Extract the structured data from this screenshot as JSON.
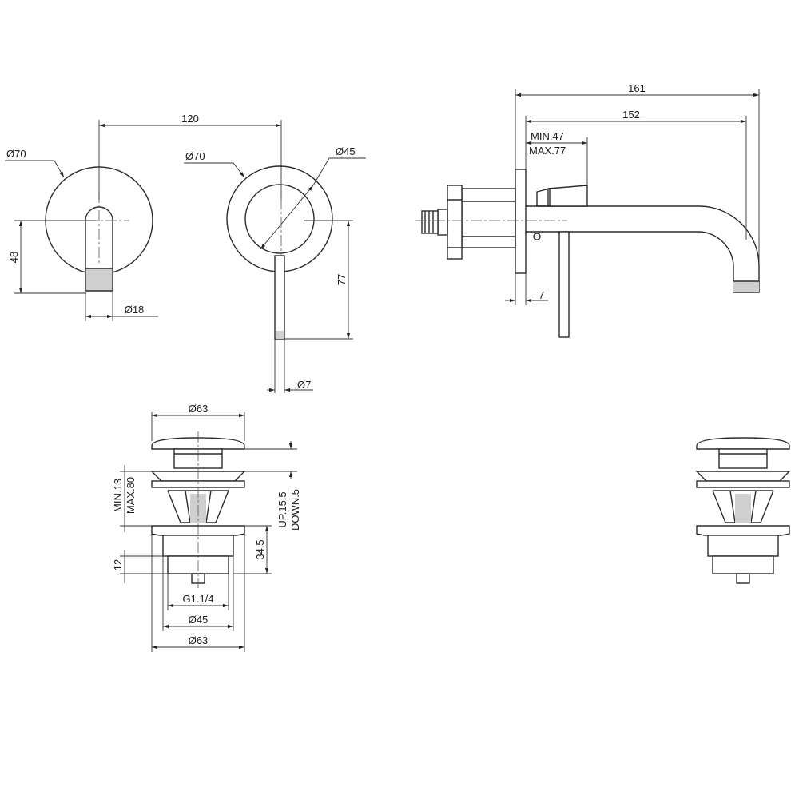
{
  "dimensions": {
    "mixer_front": {
      "plate_diameter": "Ø70",
      "height_48": "48",
      "lever_diameter": "Ø18",
      "centre_distance": "120"
    },
    "spout_front": {
      "plate_diameter": "Ø70",
      "inner_diameter": "Ø45",
      "height_77": "77",
      "lever_diameter": "Ø7"
    },
    "side_view": {
      "overall": "161",
      "projection": "152",
      "wall_min": "MIN.47",
      "wall_max": "MAX.77",
      "plate_thickness": "7"
    },
    "waste": {
      "cap_diameter": "Ø63",
      "adjust_min": "MIN.13",
      "adjust_max": "MAX.80",
      "stroke_up": "UP.15.5",
      "stroke_down": "DOWN.5",
      "body_height": "34.5",
      "thread_height": "12",
      "thread": "G1.1/4",
      "body_diameter": "Ø45",
      "flange_diameter": "Ø63"
    }
  }
}
